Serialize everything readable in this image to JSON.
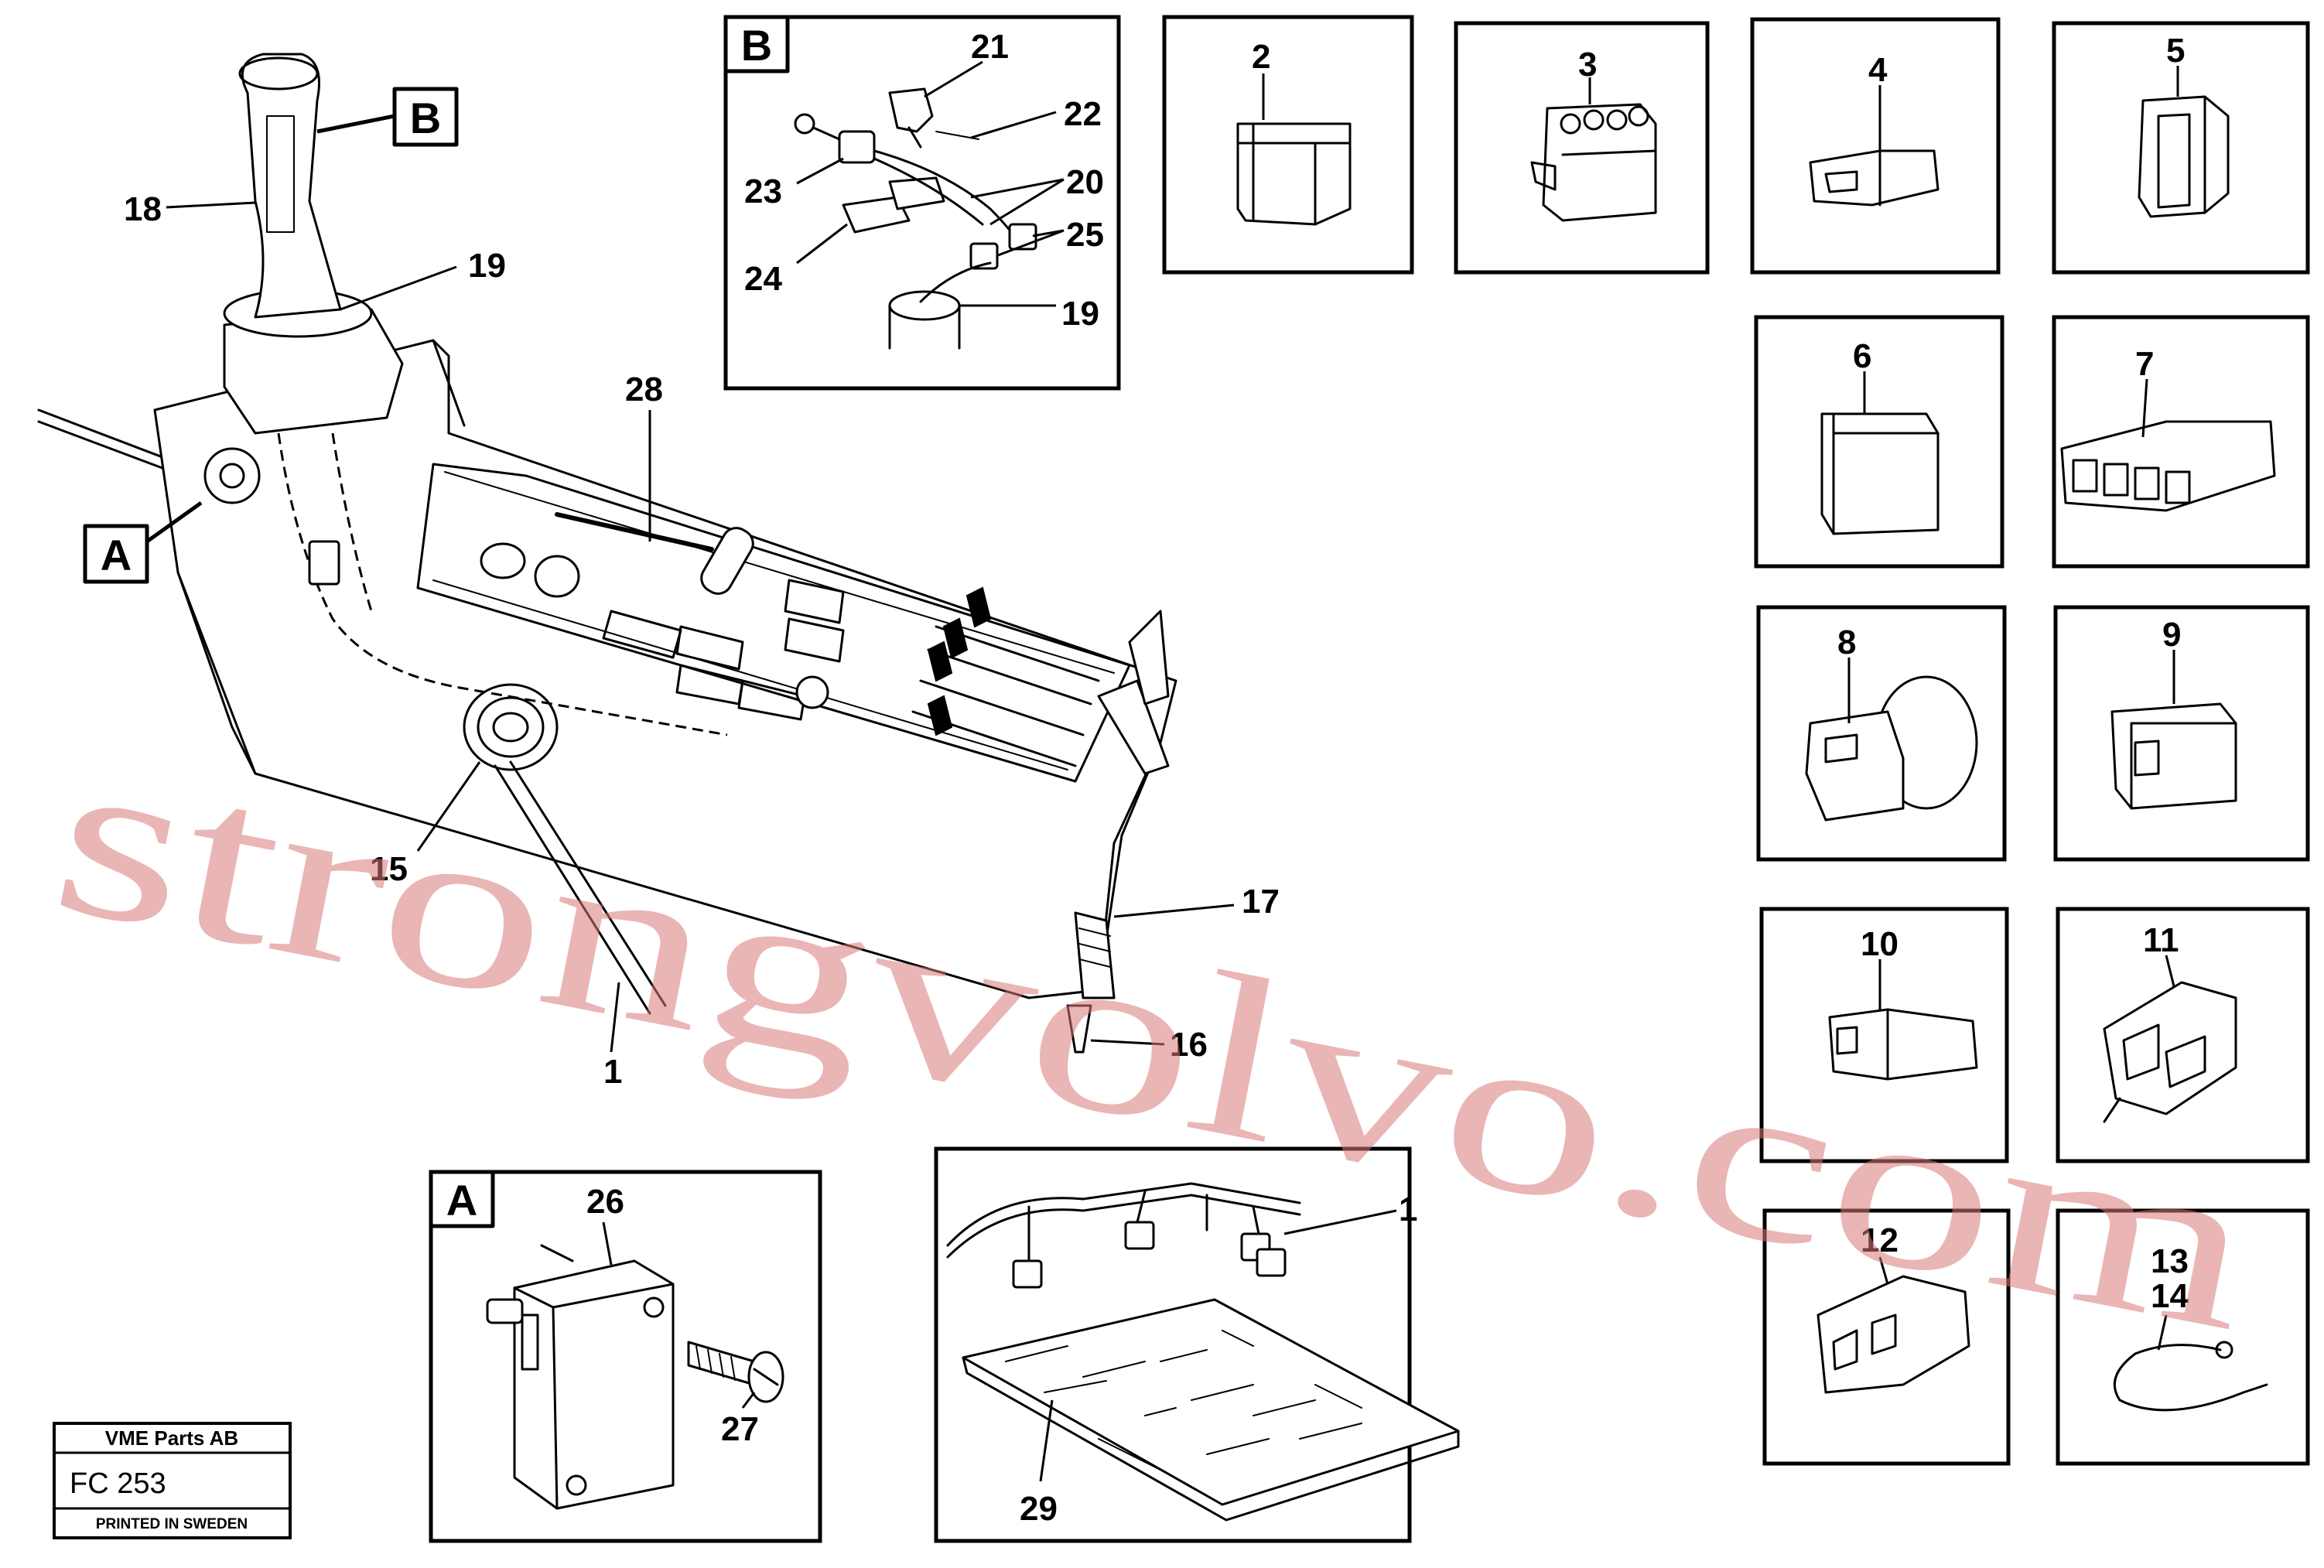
{
  "callouts": {
    "c1": "1",
    "c1b": "1",
    "c2": "2",
    "c3": "3",
    "c4": "4",
    "c5": "5",
    "c6": "6",
    "c7": "7",
    "c8": "8",
    "c9": "9",
    "c10": "10",
    "c11": "11",
    "c12": "12",
    "c13": "13",
    "c14": "14",
    "c15": "15",
    "c16": "16",
    "c17": "17",
    "c18": "18",
    "c19": "19",
    "c19b": "19",
    "c20": "20",
    "c21": "21",
    "c22": "22",
    "c23": "23",
    "c24": "24",
    "c25": "25",
    "c26": "26",
    "c27": "27",
    "c28": "28",
    "c29": "29"
  },
  "detail_labels": {
    "a_marker": "A",
    "b_marker": "B",
    "a_box": "A",
    "b_box": "B"
  },
  "title_block": {
    "company": "VME Parts AB",
    "code": "FC 253",
    "printed": "PRINTED IN SWEDEN"
  },
  "watermark": {
    "text": "strongvolvo.com",
    "color": "#d87878"
  }
}
